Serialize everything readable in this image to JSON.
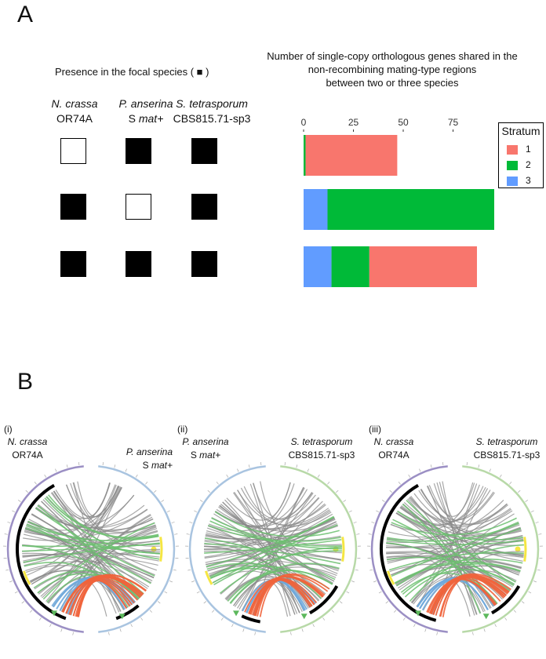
{
  "panel_a": {
    "letter": "A",
    "presence_title": "Presence in the focal species ( ■ )",
    "chart_title_lines": [
      "Number of single-copy orthologous genes shared in the",
      "non-recombining mating-type regions",
      "between two or three species"
    ],
    "species": [
      {
        "italic": "N. crassa",
        "plain": "",
        "line2": "OR74A"
      },
      {
        "italic": "P. anserina",
        "plain": "",
        "line2": "S mat+"
      },
      {
        "italic": "S. tetrasporum",
        "plain": "",
        "line2": "CBS815.71-sp3"
      }
    ],
    "presence_rows": [
      [
        false,
        true,
        true
      ],
      [
        true,
        false,
        true
      ],
      [
        true,
        true,
        true
      ]
    ]
  },
  "chart_data": {
    "type": "bar",
    "orientation": "horizontal",
    "stacked": true,
    "title": "Number of single-copy orthologous genes shared in the non-recombining mating-type regions between two or three species",
    "x_ticks": [
      "0",
      "25",
      "50",
      "75"
    ],
    "xlim": [
      0,
      100
    ],
    "rows": [
      "P. anserina + S. tetrasporum",
      "N. crassa + S. tetrasporum",
      "N. crassa + P. anserina + S. tetrasporum"
    ],
    "series": [
      {
        "name": "3",
        "color": "#619CFF",
        "values": [
          0,
          12,
          14
        ]
      },
      {
        "name": "2",
        "color": "#00BA38",
        "values": [
          1,
          84,
          19
        ]
      },
      {
        "name": "1",
        "color": "#F8766D",
        "values": [
          46,
          0,
          54
        ]
      }
    ],
    "legend": {
      "title": "Stratum",
      "entries": [
        "1",
        "2",
        "3"
      ],
      "colors": [
        "#F8766D",
        "#00BA38",
        "#619CFF"
      ],
      "placement": "right"
    }
  },
  "panel_b": {
    "letter": "B",
    "plots": [
      {
        "roman": "(i)",
        "left": {
          "italic": "N. crassa",
          "line2": "OR74A"
        },
        "right": {
          "italic": "P. anserina",
          "line2_plain": "S ",
          "line2_italic": "mat+"
        }
      },
      {
        "roman": "(ii)",
        "left": {
          "italic": "P. anserina",
          "line2_plain": "S ",
          "line2_italic": "mat+"
        },
        "right": {
          "italic": "S. tetrasporum",
          "line2": "CBS815.71-sp3"
        }
      },
      {
        "roman": "(iii)",
        "left": {
          "italic": "N. crassa",
          "line2": "OR74A"
        },
        "right": {
          "italic": "S. tetrasporum",
          "line2": "CBS815.71-sp3"
        }
      }
    ],
    "colors": {
      "gray": "#8a8a8a",
      "green": "#6cc070",
      "red": "#f0643c",
      "blue": "#6fa8dc",
      "purple": "#9b8fc4",
      "lightblue": "#a9c4e0",
      "lightgreen": "#b8d9a8",
      "yellow": "#f5e642",
      "black": "#000000"
    }
  }
}
